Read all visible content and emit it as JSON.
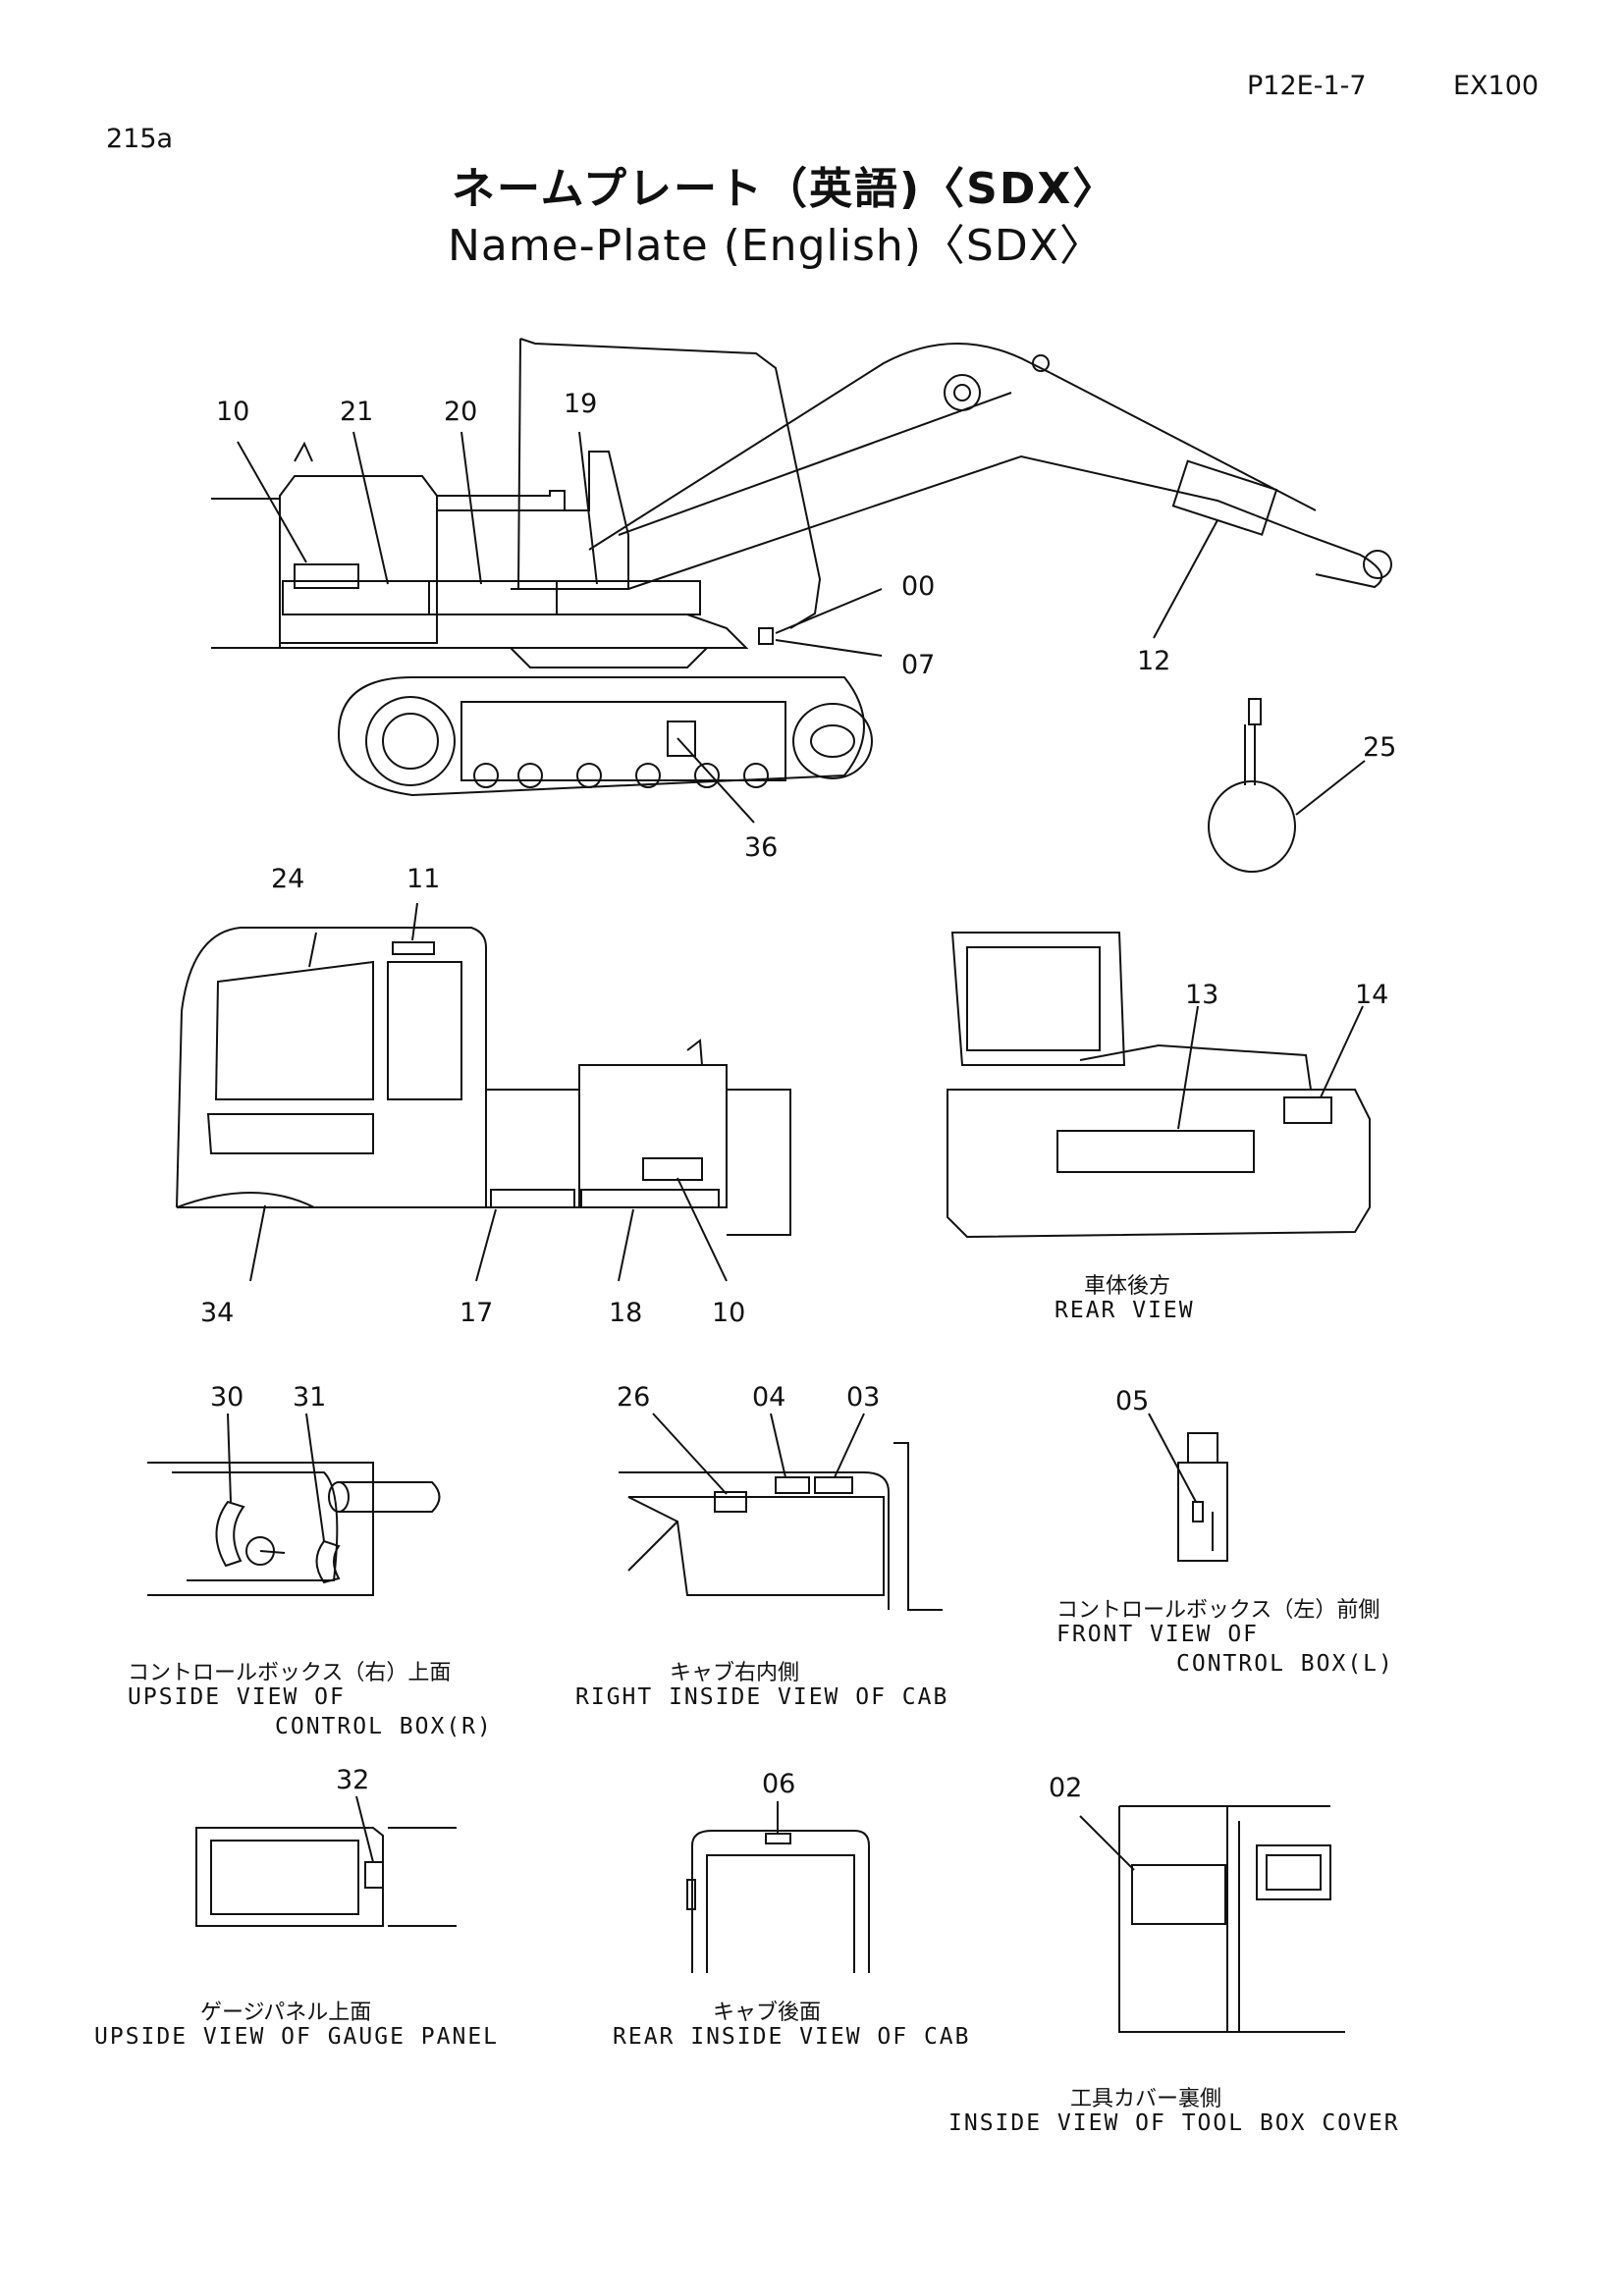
{
  "header": {
    "page_code": "P12E-1-7",
    "model": "EX100",
    "sheet": "215a"
  },
  "title": {
    "japanese": "ネームプレート（英語)〈SDX〉",
    "english": "Name-Plate (English)〈SDX〉"
  },
  "callouts": {
    "main": [
      "10",
      "21",
      "20",
      "19",
      "00",
      "07",
      "12",
      "25",
      "36"
    ],
    "cab_side": [
      "24",
      "11",
      "34",
      "17",
      "18",
      "10"
    ],
    "rear": [
      "13",
      "14"
    ],
    "control_box_r": [
      "30",
      "31"
    ],
    "cab_right_inside": [
      "26",
      "04",
      "03"
    ],
    "control_box_l": [
      "05"
    ],
    "gauge_panel": [
      "32"
    ],
    "cab_rear_inside": [
      "06"
    ],
    "tool_box_cover": [
      "02"
    ]
  },
  "captions": {
    "rear_view": {
      "jp": "車体後方",
      "en": "REAR VIEW"
    },
    "control_box_r": {
      "jp": "コントロールボックス（右）上面",
      "en1": "UPSIDE VIEW OF",
      "en2": "CONTROL BOX(R)"
    },
    "cab_right_inside": {
      "jp": "キャブ右内側",
      "en": "RIGHT INSIDE VIEW OF CAB"
    },
    "control_box_l": {
      "jp": "コントロールボックス（左）前側",
      "en1": "FRONT VIEW OF",
      "en2": "CONTROL BOX(L)"
    },
    "gauge_panel": {
      "jp": "ゲージパネル上面",
      "en": "UPSIDE VIEW OF GAUGE PANEL"
    },
    "cab_rear_inside": {
      "jp": "キャブ後面",
      "en": "REAR INSIDE VIEW OF CAB"
    },
    "tool_box_cover": {
      "jp": "工具カバー裏側",
      "en": "INSIDE VIEW OF TOOL BOX COVER"
    }
  }
}
